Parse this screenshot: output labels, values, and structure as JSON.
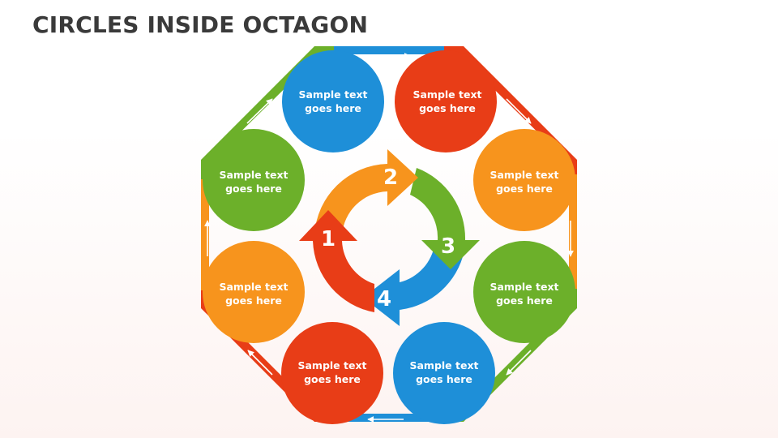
{
  "page": {
    "title": "CIRCLES INSIDE OCTAGON"
  },
  "colors": {
    "blue": "#1e8fd8",
    "red": "#e83d17",
    "orange": "#f7941d",
    "green": "#6cb02a",
    "title": "#3a3a3a"
  },
  "circles": [
    {
      "label_line1": "Sample text",
      "label_line2": "goes here",
      "color": "blue"
    },
    {
      "label_line1": "Sample text",
      "label_line2": "goes here",
      "color": "red"
    },
    {
      "label_line1": "Sample text",
      "label_line2": "goes here",
      "color": "orange"
    },
    {
      "label_line1": "Sample text",
      "label_line2": "goes here",
      "color": "green"
    },
    {
      "label_line1": "Sample text",
      "label_line2": "goes here",
      "color": "blue"
    },
    {
      "label_line1": "Sample text",
      "label_line2": "goes here",
      "color": "red"
    },
    {
      "label_line1": "Sample text",
      "label_line2": "goes here",
      "color": "orange"
    },
    {
      "label_line1": "Sample text",
      "label_line2": "goes here",
      "color": "green"
    }
  ],
  "cycle": {
    "steps": [
      {
        "number": "1",
        "color": "red"
      },
      {
        "number": "2",
        "color": "orange"
      },
      {
        "number": "3",
        "color": "green"
      },
      {
        "number": "4",
        "color": "blue"
      }
    ]
  }
}
